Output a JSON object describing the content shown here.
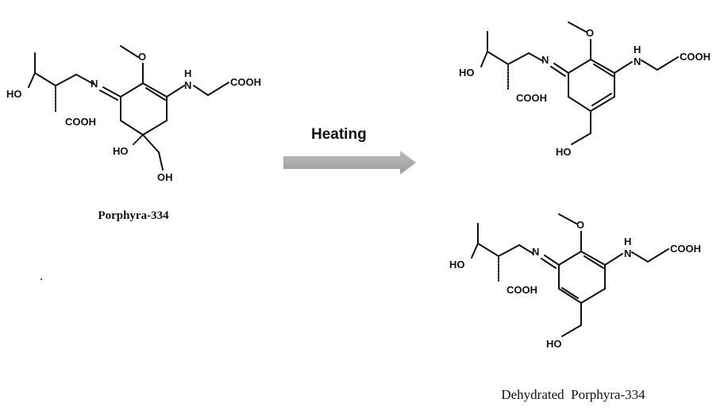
{
  "scheme": {
    "reagent_label": "Heating",
    "reactant": {
      "name": "Porphyra-334",
      "atoms": {
        "ho": "HO",
        "n_imine": "N",
        "cooh_left": "COOH",
        "n_amine": "N",
        "h_amine": "H",
        "cooh_right": "COOH",
        "ho_ring": "HO",
        "oh_chain": "OH"
      }
    },
    "product_top": {
      "atoms": {
        "ho": "HO",
        "n_imine": "N",
        "cooh_left": "COOH",
        "n_amine": "N",
        "h_amine": "H",
        "cooh_right": "COOH",
        "ho_chain": "HO"
      }
    },
    "product_bottom": {
      "atoms": {
        "ho": "HO",
        "n_imine": "N",
        "cooh_left": "COOH",
        "n_amine": "N",
        "h_amine": "H",
        "cooh_right": "COOH",
        "ho_chain": "HO"
      }
    },
    "products_caption": "Dehydrated  Porphyra-334",
    "colors": {
      "arrow": "#a9a9a9",
      "ink": "#111111"
    }
  }
}
